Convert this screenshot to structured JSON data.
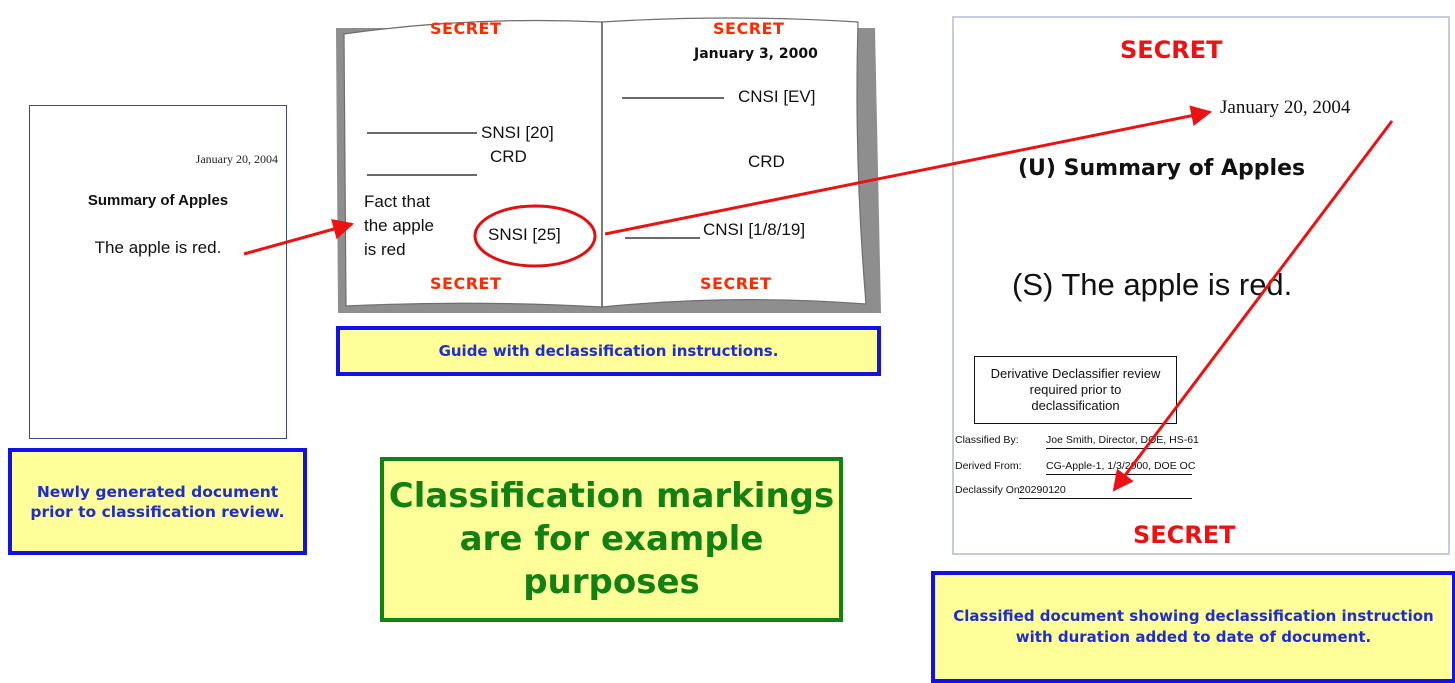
{
  "unreviewed_document": {
    "date": "January 20, 2004",
    "title": "Summary of Apples",
    "body": "The apple is red.",
    "caption": "Newly generated document prior to classification review."
  },
  "guide_book": {
    "left_page": {
      "top_marking": "SECRET",
      "bottom_marking": "SECRET",
      "entry1": "SNSI [20]",
      "entry2": "CRD",
      "fact": [
        "Fact that",
        "the apple",
        "is red"
      ],
      "fact_marking": "SNSI [25]"
    },
    "right_page": {
      "top_marking": "SECRET",
      "bottom_marking": "SECRET",
      "date": "January 3, 2000",
      "entry1": "CNSI [EV]",
      "entry2": "CRD",
      "entry3": "CNSI [1/8/19]"
    },
    "caption": "Guide with declassification instructions."
  },
  "note": "Classification markings are for example purposes",
  "classified_document": {
    "top_marking": "SECRET",
    "bottom_marking": "SECRET",
    "date": "January 20, 2004",
    "title": "(U) Summary of Apples",
    "body": "(S) The apple is red.",
    "declassifier_box": "Derivative Declassifier review required prior to declassification",
    "classified_by_label": "Classified By:",
    "classified_by_value": "Joe Smith, Director, DOE, HS-61",
    "derived_from_label": "Derived From:",
    "derived_from_value": "CG-Apple-1, 1/3/2000, DOE OC",
    "declassify_on_label": "Declassify On:",
    "declassify_on_value": "20290120",
    "caption": "Classified document showing declassification instruction with duration added to date of document."
  },
  "colors": {
    "arrow": "#ee1111",
    "secret_marking": "#ff2a00",
    "caption_border": "#1212e8",
    "caption_text": "#1f2ccf",
    "caption_fill": "#ffff99",
    "note_border": "#128212",
    "note_text": "#138013"
  }
}
